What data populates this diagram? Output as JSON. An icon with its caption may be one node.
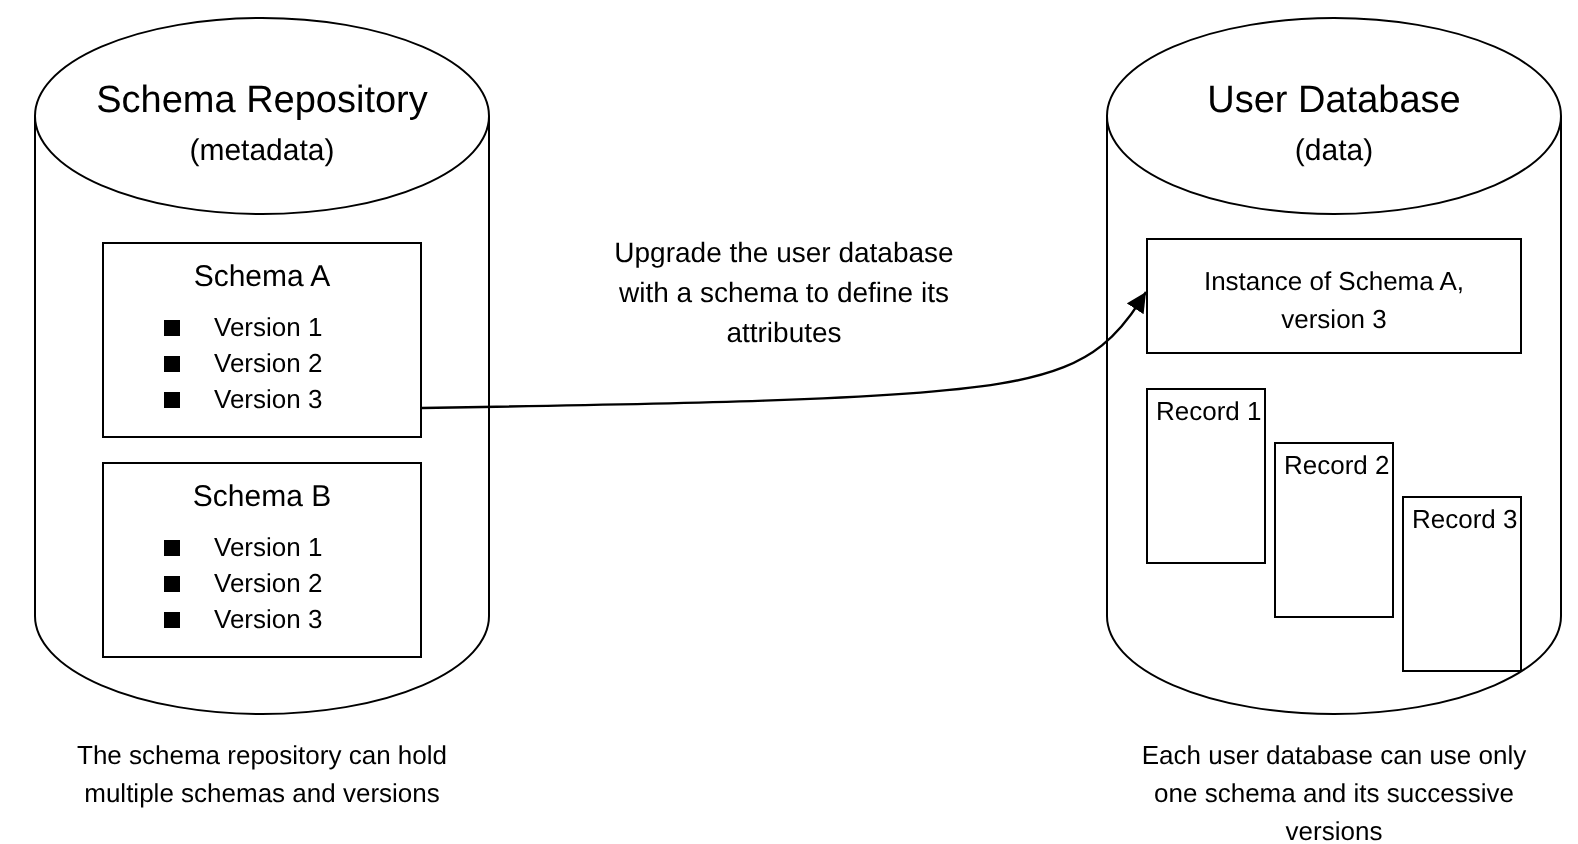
{
  "diagram": {
    "nodes": [
      {
        "text": [
          "Schema Repository",
          "(metadata)"
        ],
        "beside": [
          "The schema repository can hold multiple schemas and versions"
        ]
      },
      {
        "text": [
          "Schema A",
          "Version 1",
          "Version 2",
          "Version 3"
        ],
        "in": 0
      },
      {
        "text": [
          "Schema B",
          "Version 1",
          "Version 2",
          "Version 3"
        ],
        "in": 0
      },
      {
        "text": [
          "User Database",
          "(data)"
        ],
        "beside": [
          "Each user database can use only one schema and its successive versions"
        ]
      },
      {
        "text": [
          "Instance of Schema A, version 3"
        ],
        "in": 3
      },
      {
        "text": [
          "Record 1"
        ],
        "in": 3
      },
      {
        "text": [
          "Record 2"
        ],
        "in": 3
      },
      {
        "text": [
          "Record 3"
        ],
        "in": 3
      }
    ],
    "edges": [
      {
        "from": 1,
        "to": 4,
        "arrow": "to",
        "label": "Upgrade the user database with a schema to define its attributes"
      }
    ]
  }
}
